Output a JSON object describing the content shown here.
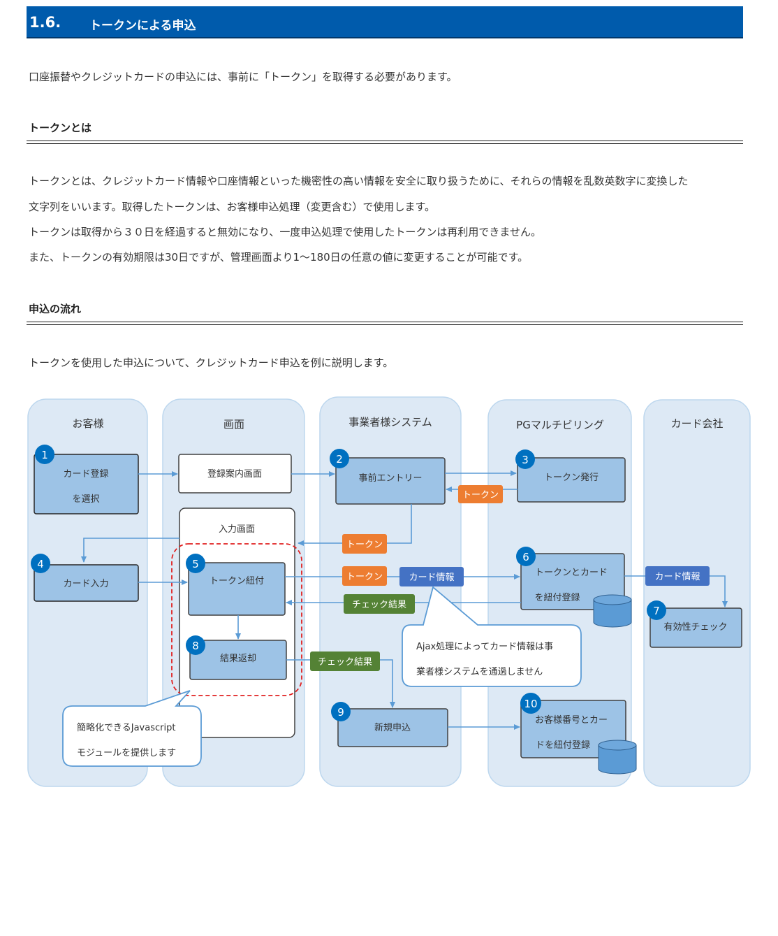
{
  "header": {
    "number": "1.6.",
    "title": "トークンによる申込"
  },
  "intro": "口座振替やクレジットカードの申込には、事前に「トークン」を取得する必要があります。",
  "section_token": {
    "heading": "トークンとは",
    "lines": [
      "トークンとは、クレジットカード情報や口座情報といった機密性の高い情報を安全に取り扱うために、それらの情報を乱数英数字に変換した",
      "文字列をいいます。取得したトークンは、お客様申込処理（変更含む）で使用します。",
      "トークンは取得から３０日を経過すると無効になり、一度申込処理で使用したトークンは再利用できません。",
      "また、トークンの有効期限は30日ですが、管理画面より1～180日の任意の値に変更することが可能です。"
    ]
  },
  "section_flow": {
    "heading": "申込の流れ",
    "text": "トークンを使用した申込について、クレジットカード申込を例に説明します。"
  },
  "diagram": {
    "lanes": [
      "お客様",
      "画面",
      "事業者様システム",
      "PGマルチビリング",
      "カード会社"
    ],
    "steps": {
      "s1": {
        "num": "1",
        "line1": "カード登録",
        "line2": "を選択"
      },
      "reg_screen": "登録案内画面",
      "s2": {
        "num": "2",
        "label": "事前エントリー"
      },
      "s3": {
        "num": "3",
        "label": "トークン発行"
      },
      "input_screen": "入力画面",
      "s4": {
        "num": "4",
        "label": "カード入力"
      },
      "s5": {
        "num": "5",
        "label": "トークン紐付"
      },
      "s6": {
        "num": "6",
        "line1": "トークンとカード",
        "line2": "を紐付登録"
      },
      "s7": {
        "num": "7",
        "label": "有効性チェック"
      },
      "s8": {
        "num": "8",
        "label": "結果返却"
      },
      "s9": {
        "num": "9",
        "label": "新規申込"
      },
      "s10": {
        "num": "10",
        "line1": "お客様番号とカー",
        "line2": "ドを紐付登録"
      }
    },
    "tags": {
      "token": "トークン",
      "card_info": "カード情報",
      "check_result": "チェック結果"
    },
    "callouts": {
      "ajax": {
        "line1": "Ajax処理によってカード情報は事",
        "line2": "業者様システムを通過しません"
      },
      "js": {
        "line1": "簡略化できるJavascript",
        "line2": "モジュールを提供します"
      }
    },
    "colors": {
      "lane_bg": "#dde9f5",
      "box_fill": "#9dc3e6",
      "num_badge": "#0070c0",
      "arrow": "#5b9bd5",
      "token_tag": "#ed7d31",
      "card_tag": "#4472c4",
      "check_tag": "#548235",
      "dashed_red": "#e02020"
    }
  }
}
